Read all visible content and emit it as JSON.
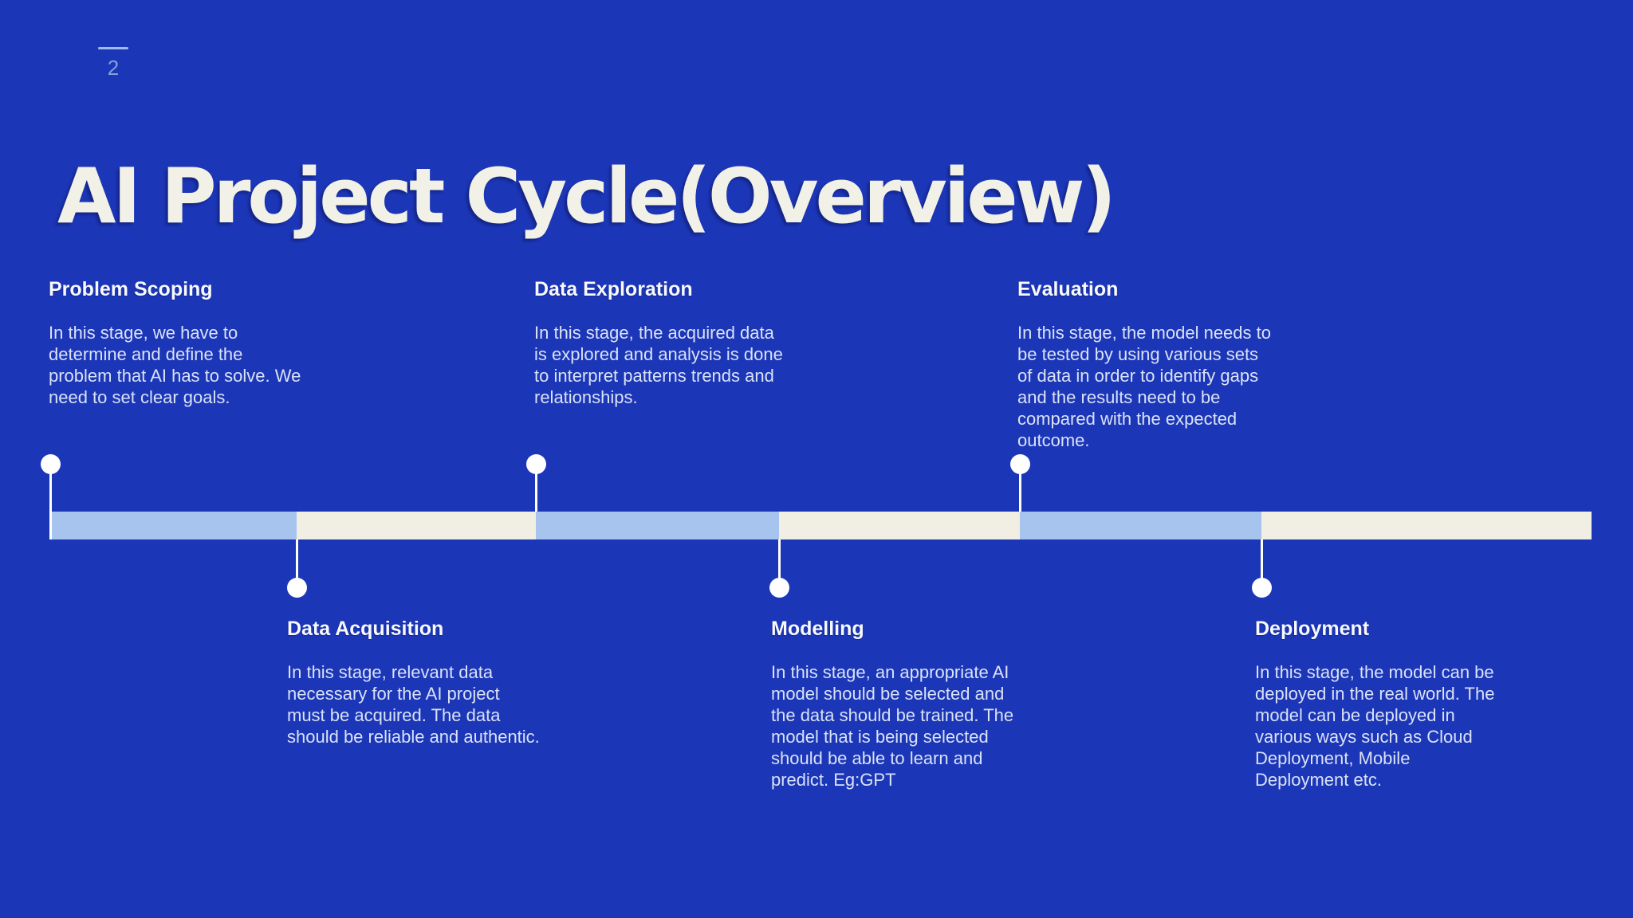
{
  "slide": {
    "page_number": "2",
    "title": "AI Project Cycle(Overview)",
    "colors": {
      "background": "#1c36b8",
      "bar_light_blue": "#a7c4ef",
      "bar_cream": "#f1efe3",
      "marker_white": "#ffffff",
      "title_text": "#f2f1e8",
      "stage_title_text": "#f7f9fd",
      "stage_body_text": "#d9e2f6",
      "page_number_text": "#86a1d8",
      "page_number_line": "#9fbbe9"
    },
    "timeline": {
      "segment_colors": [
        "#a7c4ef",
        "#f1efe3",
        "#a7c4ef",
        "#f1efe3",
        "#a7c4ef",
        "#f1efe3"
      ]
    },
    "stages": [
      {
        "name": "Problem Scoping",
        "position": "above",
        "description": "In this stage, we have to\ndetermine and define the\nproblem that AI has to solve. We\nneed to set clear goals."
      },
      {
        "name": "Data Acquisition",
        "position": "below",
        "description": "In this stage, relevant data\nnecessary for the AI project\nmust be acquired. The data\nshould be reliable and authentic."
      },
      {
        "name": "Data Exploration",
        "position": "above",
        "description": "In this stage, the acquired data\nis explored and analysis is done\nto interpret patterns trends and\nrelationships."
      },
      {
        "name": "Modelling",
        "position": "below",
        "description": "In this stage, an appropriate AI\nmodel should be selected and\nthe data should be trained. The\nmodel that is being selected\nshould be able to learn and\npredict. Eg:GPT"
      },
      {
        "name": "Evaluation",
        "position": "above",
        "description": "In this stage, the model needs to\nbe tested by using various sets\nof data in order to identify gaps\nand the results need to be\ncompared with the expected\noutcome."
      },
      {
        "name": "Deployment",
        "position": "below",
        "description": "In this stage, the model can be\ndeployed in the real world. The\nmodel can be deployed in\nvarious ways such as Cloud\nDeployment, Mobile\nDeployment etc."
      }
    ]
  }
}
